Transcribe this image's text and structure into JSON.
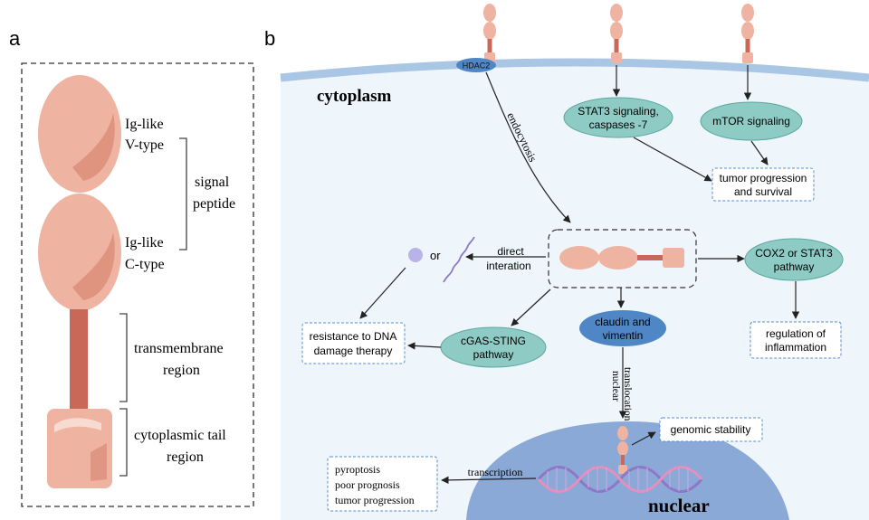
{
  "panel_a": {
    "label": "a",
    "ig_v": [
      "Ig-like",
      "V-type"
    ],
    "ig_c": [
      "Ig-like",
      "C-type"
    ],
    "signal_peptide": [
      "signal",
      "peptide"
    ],
    "transmembrane": [
      "transmembrane",
      "region"
    ],
    "cytoplasmic_tail": [
      "cytoplasmic tail",
      "region"
    ]
  },
  "panel_b": {
    "label": "b",
    "cytoplasm": "cytoplasm",
    "nuclear": "nuclear",
    "hdac2": "HDAC2",
    "endocytosis": "endocytosis",
    "stat3_caspases": [
      "STAT3 signaling,",
      "caspases -7"
    ],
    "mtor": "mTOR signaling",
    "tumor_progression_survival": [
      "tumor progression",
      "and survival"
    ],
    "or": "or",
    "direct_interaction": [
      "direct",
      "interation"
    ],
    "cox2_stat3": [
      "COX2 or STAT3",
      "pathway"
    ],
    "claudin_vimentin": [
      "claudin and",
      "vimentin"
    ],
    "cgas_sting": [
      "cGAS-STING",
      "pathway"
    ],
    "resistance": [
      "resistance to DNA",
      "damage therapy"
    ],
    "regulation_inflammation": [
      "regulation of",
      "inflammation"
    ],
    "nuclear_translocation": [
      "nuclear",
      "translocation"
    ],
    "genomic_stability": "genomic stability",
    "transcription": "transcription",
    "outcomes": [
      "pyroptosis",
      "poor prognosis",
      "tumor progression"
    ]
  },
  "colors": {
    "protein": "#eeb4a1",
    "protein_shadow": "#d98a76",
    "stem": "#c96858",
    "membrane": "#a9c6e4",
    "cytoplasm_fill": "#eef6fb",
    "teal_oval": "#8ecbc5",
    "blue_oval": "#4f86c6",
    "nucleus": "#8aa9d6",
    "dna_1": "#8e77c8",
    "dna_2": "#e58fbf",
    "dashed_box": "#5b8fd6"
  }
}
